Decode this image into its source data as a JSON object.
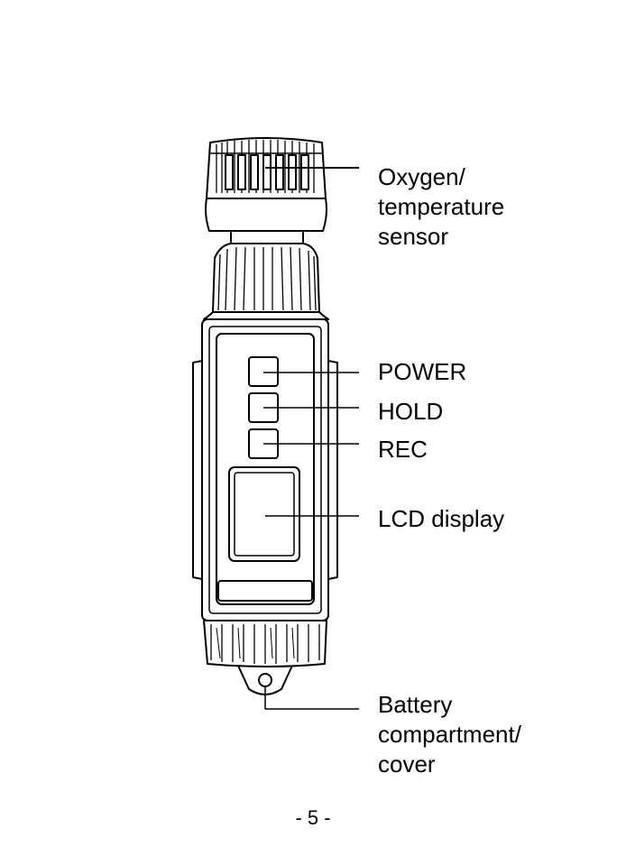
{
  "labels": {
    "sensor": [
      "Oxygen/",
      "temperature",
      "sensor"
    ],
    "power": "POWER",
    "hold": "HOLD",
    "rec": "REC",
    "lcd": "LCD display",
    "battery": [
      "Battery",
      "compartment/",
      "cover"
    ]
  },
  "page_number": "- 5 -",
  "colors": {
    "line": "#000000",
    "background": "#ffffff"
  }
}
